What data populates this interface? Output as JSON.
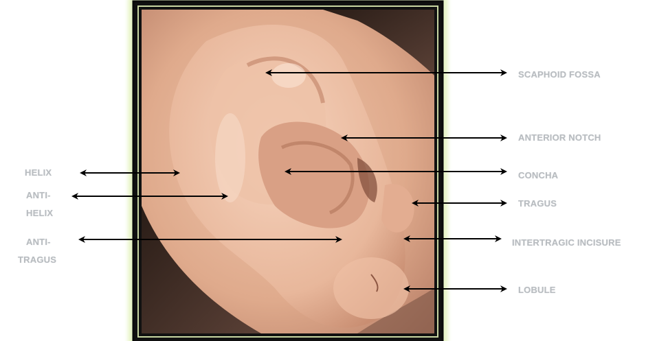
{
  "labels": {
    "scaphoid_fossa": "SCAPHOID FOSSA",
    "anterior_notch": "ANTERIOR NOTCH",
    "concha": "CONCHA",
    "tragus": "TRAGUS",
    "intertragic_incisure": "INTERTRAGIC INCISURE",
    "lobule": "LOBULE",
    "helix": "HELIX",
    "antihelix_line1": "ANTI-",
    "antihelix_line2": "HELIX",
    "antitragus_line1": "ANTI-",
    "antitragus_line2": "TRAGUS"
  },
  "colors": {
    "frame_glow": "#e8f5c8",
    "frame_border": "#101010",
    "label_text": "#b8bcc0",
    "arrow": "#000000",
    "skin": "#e2b196"
  },
  "image": {
    "subject": "ear-photograph"
  }
}
